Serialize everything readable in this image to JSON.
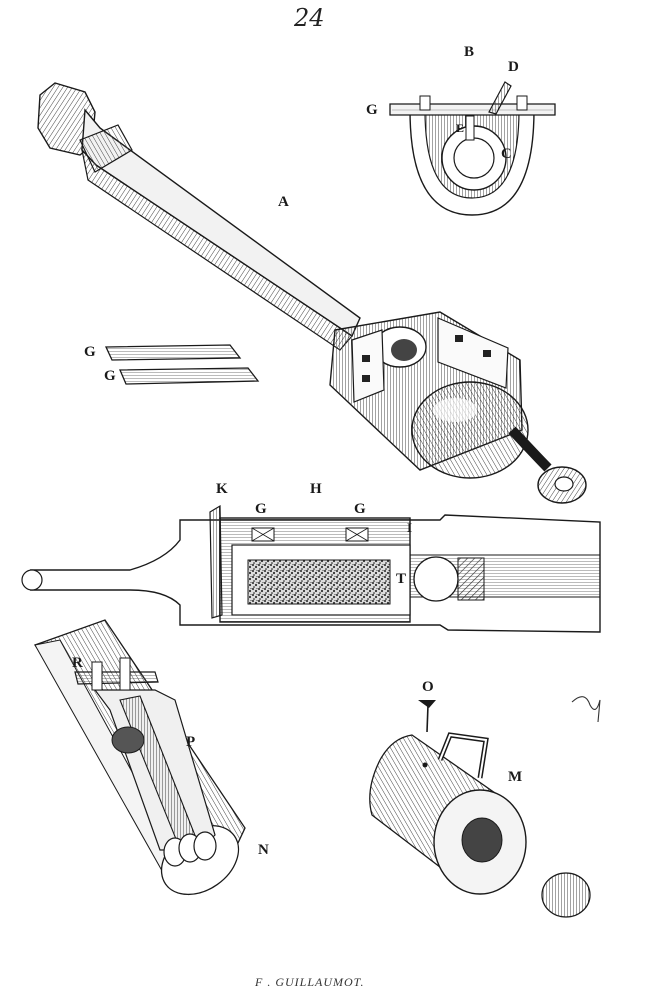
{
  "page_number": "24",
  "signature": "F . GUILLAUMOT.",
  "labels": {
    "A": "A",
    "B": "B",
    "C": "C",
    "D": "D",
    "E": "E",
    "G_top": "G",
    "G_wedge1": "G",
    "G_wedge2": "G",
    "K": "K",
    "H": "H",
    "G_sec1": "G",
    "G_sec2": "G",
    "I": "I",
    "T": "T",
    "R": "R",
    "P": "P",
    "N": "N",
    "O": "O",
    "M": "M"
  },
  "colors": {
    "ink": "#1a1a1a",
    "paper": "#ffffff",
    "hatch": "#555555"
  }
}
